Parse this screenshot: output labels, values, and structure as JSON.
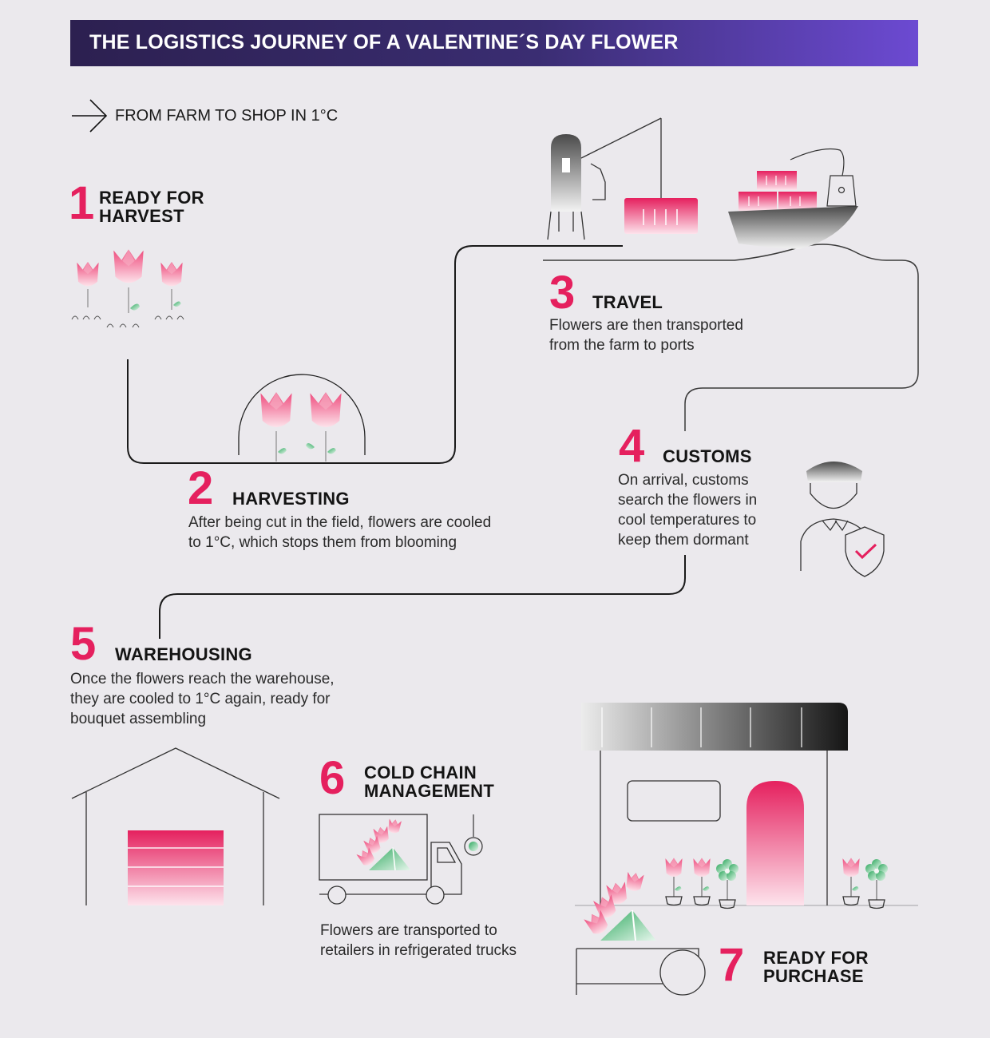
{
  "banner": {
    "title": "THE LOGISTICS JOURNEY OF A VALENTINE´S DAY FLOWER"
  },
  "subtitle": "FROM FARM TO SHOP IN 1°C",
  "colors": {
    "accent": "#e5205e",
    "banner_start": "#2c2050",
    "banner_end": "#6c4ad2",
    "leaf": "#4fbf7a",
    "background": "#ebe9ed"
  },
  "steps": [
    {
      "number": "1",
      "title_line1": "READY FOR",
      "title_line2": "HARVEST"
    },
    {
      "number": "2",
      "title": "HARVESTING",
      "desc_line1": "After being cut in the field, flowers are cooled",
      "desc_line2": "to 1°C, which stops them from blooming"
    },
    {
      "number": "3",
      "title": "TRAVEL",
      "desc_line1": "Flowers are then transported",
      "desc_line2": "from the farm to ports"
    },
    {
      "number": "4",
      "title": "CUSTOMS",
      "desc_line1": "On arrival, customs",
      "desc_line2": "search the flowers in",
      "desc_line3": "cool temperatures to",
      "desc_line4": "keep them dormant"
    },
    {
      "number": "5",
      "title": "WAREHOUSING",
      "desc_line1": "Once the flowers reach the warehouse,",
      "desc_line2": "they are cooled to 1°C again, ready for",
      "desc_line3": "bouquet assembling"
    },
    {
      "number": "6",
      "title_line1": "COLD CHAIN",
      "title_line2": "MANAGEMENT",
      "desc_line1": "Flowers are transported to",
      "desc_line2": "retailers in refrigerated trucks"
    },
    {
      "number": "7",
      "title_line1": "READY FOR",
      "title_line2": "PURCHASE"
    }
  ],
  "icons": [
    "arrow-right-icon",
    "tulip-icon",
    "sprout-icon",
    "greenhouse-icon",
    "port-crane-icon",
    "shipping-container-icon",
    "cargo-ship-icon",
    "customs-officer-icon",
    "shield-check-icon",
    "warehouse-icon",
    "refrigerated-truck-icon",
    "thermometer-icon",
    "shop-icon",
    "awning-icon",
    "potted-flower-icon",
    "flower-cart-icon"
  ]
}
